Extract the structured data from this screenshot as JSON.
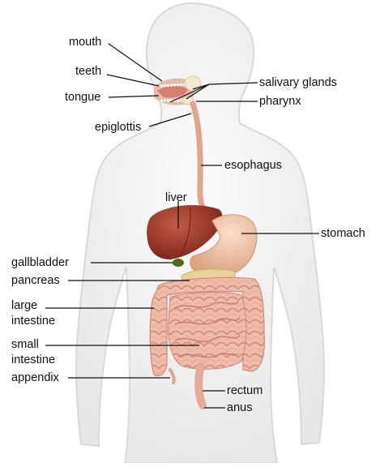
{
  "labels": {
    "mouth": "mouth",
    "teeth": "teeth",
    "tongue": "tongue",
    "epiglottis": "epiglottis",
    "salivary_glands": "salivary glands",
    "pharynx": "pharynx",
    "esophagus": "esophagus",
    "liver": "liver",
    "stomach": "stomach",
    "gallbladder": "gallbladder",
    "pancreas": "pancreas",
    "large_intestine": [
      "large",
      "intestine"
    ],
    "small_intestine": [
      "small",
      "intestine"
    ],
    "appendix": "appendix",
    "rectum": "rectum",
    "anus": "anus"
  },
  "colors": {
    "body_fill": "#f1f1f1",
    "body_outline": "#d9d9d9",
    "liver": "#a2382a",
    "stomach": "#efc3a3",
    "esophagus": "#e3a48e",
    "intestine": "#f0b9a8",
    "intestine_fold": "#d48a79",
    "gallbladder": "#4d6b1d",
    "pancreas": "#e9d29a",
    "leader_line": "#111111"
  }
}
